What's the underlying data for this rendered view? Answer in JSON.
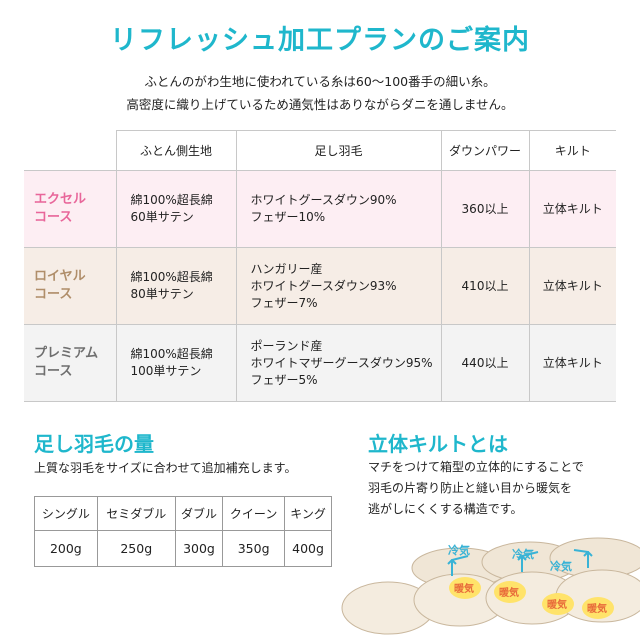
{
  "title": "リフレッシュ加工プランのご案内",
  "intro": {
    "line1": "ふとんのがわ生地に使われている糸は60～100番手の細い糸。",
    "line2": "高密度に織り上げているため通気性はありながらダニを通しません。"
  },
  "table": {
    "headers": [
      "",
      "ふとん側生地",
      "足し羽毛",
      "ダウンパワー",
      "キルト"
    ],
    "rows": [
      {
        "course": [
          "エクセル",
          "コース"
        ],
        "fabric": [
          "綿100%超長綿",
          "60単サテン"
        ],
        "feather": [
          "ホワイトグースダウン90%",
          "フェザー10%"
        ],
        "power": "360以上",
        "quilt": "立体キルト"
      },
      {
        "course": [
          "ロイヤル",
          "コース"
        ],
        "fabric": [
          "綿100%超長綿",
          "80単サテン"
        ],
        "feather": [
          "ハンガリー産",
          "ホワイトグースダウン93%",
          "フェザー7%"
        ],
        "power": "410以上",
        "quilt": "立体キルト"
      },
      {
        "course": [
          "プレミアム",
          "コース"
        ],
        "fabric": [
          "綿100%超長綿",
          "100単サテン"
        ],
        "feather": [
          "ポーランド産",
          "ホワイトマザーグースダウン95%",
          "フェザー5%"
        ],
        "power": "440以上",
        "quilt": "立体キルト"
      }
    ]
  },
  "amount": {
    "title": "足し羽毛の量",
    "text": "上質な羽毛をサイズに合わせて追加補充します。",
    "sizes": [
      "シングル",
      "セミダブル",
      "ダブル",
      "クイーン",
      "キング"
    ],
    "weights": [
      "200g",
      "250g",
      "300g",
      "350g",
      "400g"
    ]
  },
  "quilt": {
    "title": "立体キルトとは",
    "text": [
      "マチをつけて箱型の立体的にすることで",
      "羽毛の片寄り防止と縫い目から暖気を",
      "逃がしにくくする構造です。"
    ],
    "cold_label": "冷気",
    "warm_label": "暖気",
    "colors": {
      "cold": "#39b3d6",
      "warm": "#e86a3a",
      "warm_fill": "#ffe36a",
      "pillow": "#f0e6d6"
    }
  }
}
